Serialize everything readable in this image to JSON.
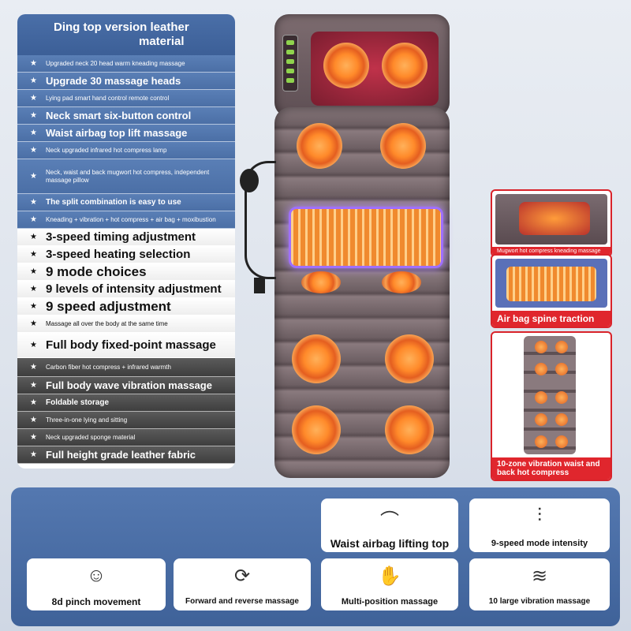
{
  "feature_list": {
    "title_line1": "Ding top version leather",
    "title_line2": "material",
    "star": "★",
    "items": [
      "Upgraded neck 20 head warm kneading massage",
      "Upgrade 30 massage heads",
      "Lying pad smart hand control remote control",
      "Neck smart six-button control",
      "Waist airbag top lift massage",
      "Neck upgraded infrared hot compress lamp",
      "Neck, waist and back mugwort hot compress, independent massage pillow",
      "The split combination is easy to use",
      "Kneading + vibration + hot compress + air bag + moxibustion",
      "3-speed timing adjustment",
      "3-speed heating selection",
      "9 mode choices",
      "9 levels of intensity adjustment",
      "9 speed adjustment",
      "Massage all over the body at the same time",
      "Full body fixed-point massage",
      "Carbon fiber hot compress + infrared warmth",
      "Full body wave vibration massage",
      "Foldable storage",
      "Three-in-one lying and sitting",
      "Neck upgraded sponge material",
      "Full height grade leather fabric"
    ]
  },
  "callouts": [
    "Mugwort hot compress kneading massage",
    "Air bag spine traction",
    "10-zone vibration waist and back hot compress"
  ],
  "tiles": [
    {
      "label": "Waist airbag lifting top",
      "icon": "airbag-icon",
      "glyph": "⌒"
    },
    {
      "label": "9-speed mode intensity",
      "icon": "speed-bars-icon",
      "glyph": "⫶"
    },
    {
      "label": "8d pinch movement",
      "icon": "person-icon",
      "glyph": "☺"
    },
    {
      "label": "Forward and reverse massage",
      "icon": "rotate-icon",
      "glyph": "⟳"
    },
    {
      "label": "Multi-position massage",
      "icon": "hands-icon",
      "glyph": "✋"
    },
    {
      "label": "10 large vibration massage",
      "icon": "wave-icon",
      "glyph": "≋"
    }
  ],
  "colors": {
    "accent_blue": "#4b6fa6",
    "accent_red": "#e0262d",
    "heat_orange": "#f08a2e"
  }
}
